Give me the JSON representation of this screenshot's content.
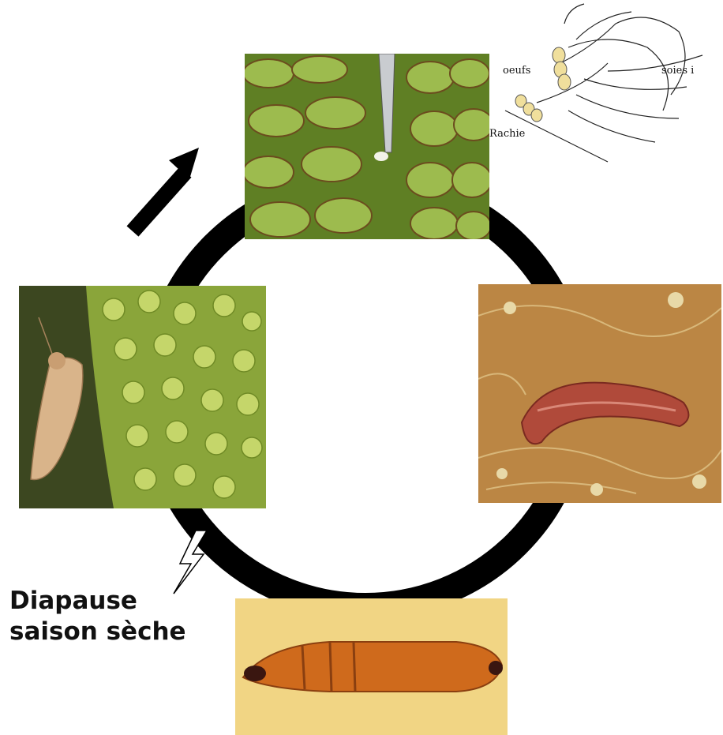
{
  "diagram": {
    "labels": {
      "eggs": "oeufs",
      "setae": "soies i",
      "rachis": "Rachie"
    },
    "diapause": {
      "line1": "Diapause",
      "line2": "saison sèche"
    },
    "stages": [
      {
        "name": "eggs-on-panicle"
      },
      {
        "name": "larva"
      },
      {
        "name": "pupa"
      },
      {
        "name": "moth-on-panicle"
      }
    ]
  }
}
